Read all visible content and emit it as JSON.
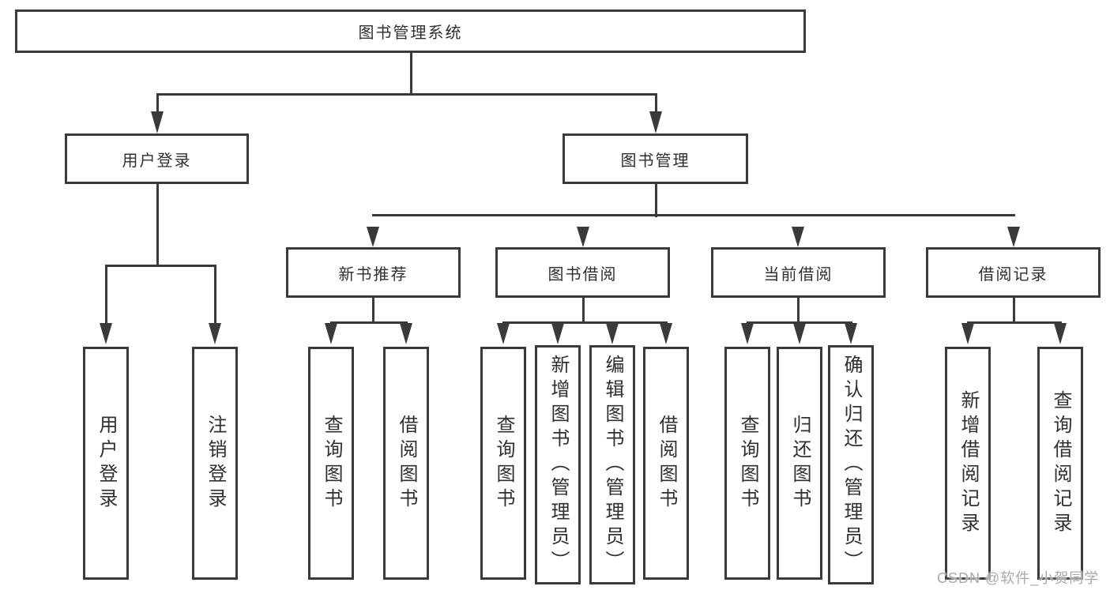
{
  "diagram": {
    "title": "图书管理系统",
    "branches": [
      {
        "label": "用户登录",
        "children": [
          "用户登录",
          "注销登录"
        ]
      },
      {
        "label": "图书管理",
        "children": [
          {
            "label": "新书推荐",
            "children": [
              "查询图书",
              "借阅图书"
            ]
          },
          {
            "label": "图书借阅",
            "children": [
              "查询图书",
              "新增图书（管理员）",
              "编辑图书（管理员）",
              "借阅图书"
            ]
          },
          {
            "label": "当前借阅",
            "children": [
              "查询图书",
              "归还图书",
              "确认归还（管理员）"
            ]
          },
          {
            "label": "借阅记录",
            "children": [
              "新增借阅记录",
              "查询借阅记录"
            ]
          }
        ]
      }
    ]
  },
  "watermark": {
    "text": "CSDN @软件_小贺同学"
  },
  "colors": {
    "line": "#3a3a3a",
    "text": "#2f2f2f",
    "watermark": "#a9a9a9",
    "background": "#ffffff"
  }
}
